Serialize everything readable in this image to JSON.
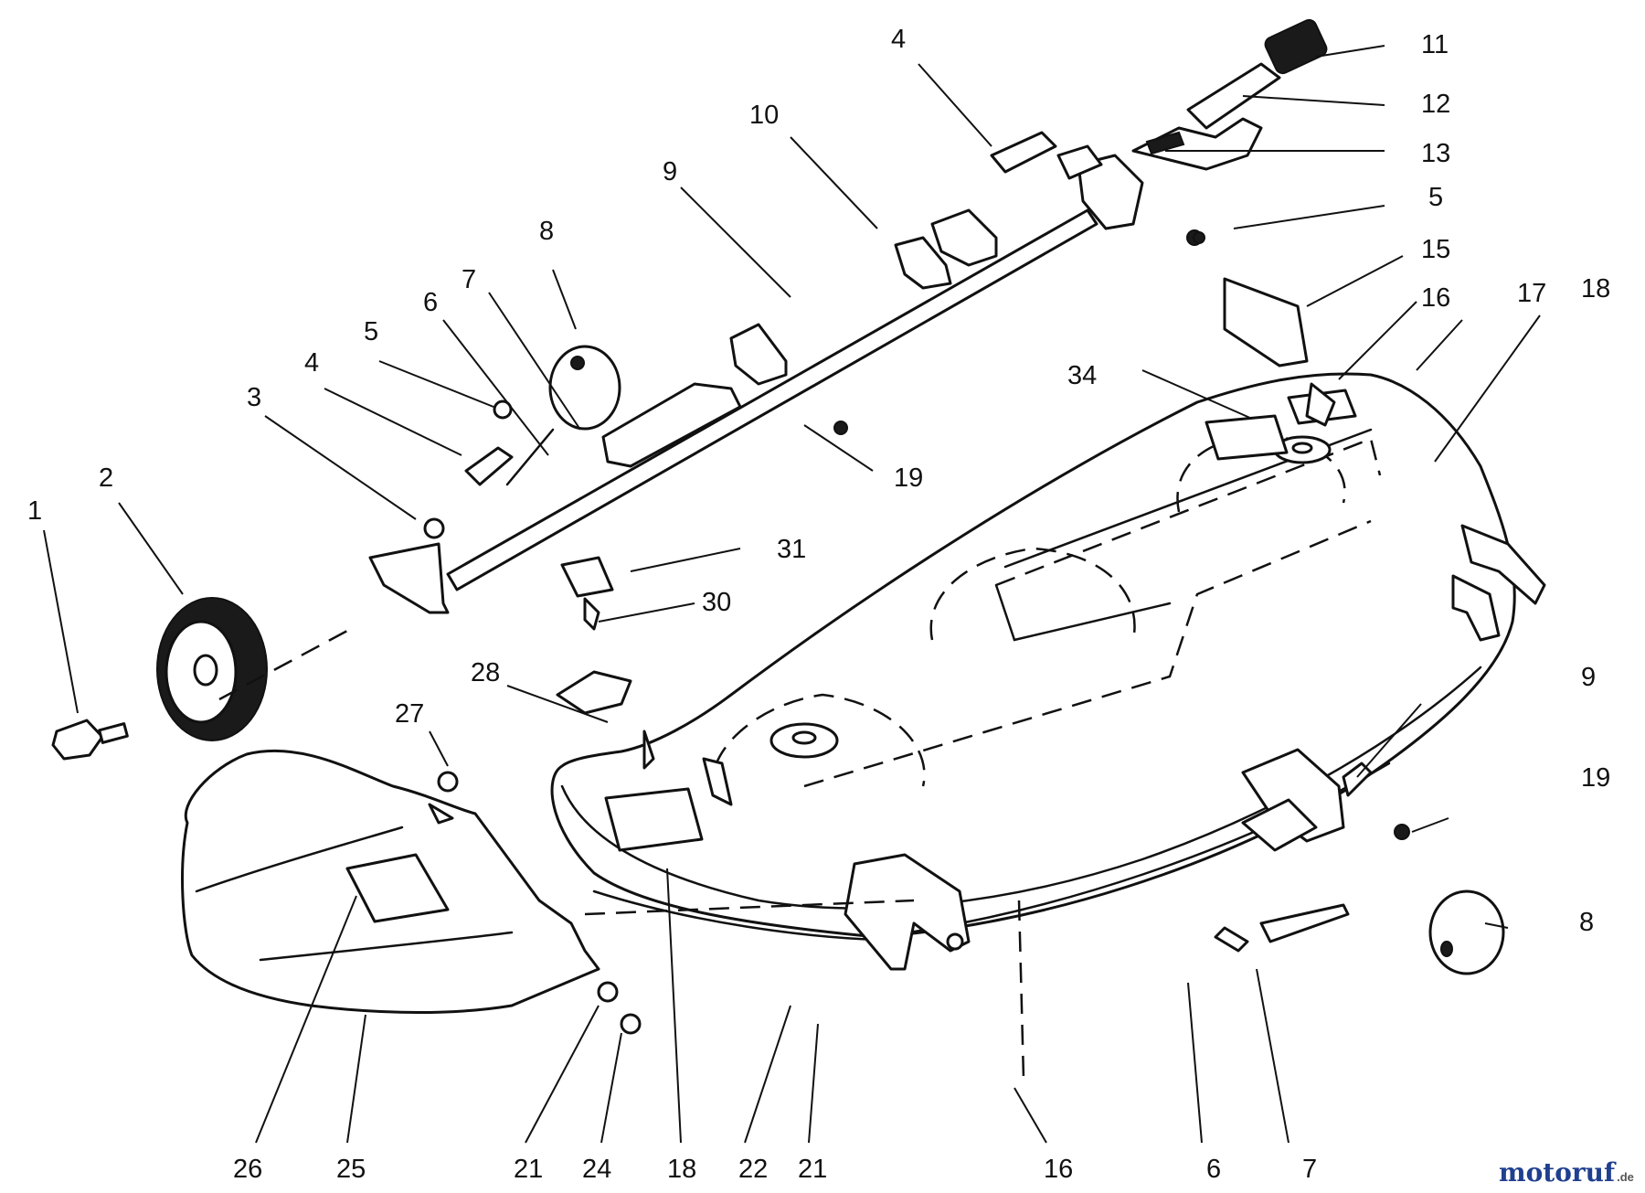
{
  "diagram": {
    "callouts": [
      "1",
      "2",
      "3",
      "4",
      "5",
      "6",
      "7",
      "8",
      "9",
      "10",
      "11",
      "12",
      "13",
      "5",
      "15",
      "16",
      "17",
      "18",
      "34",
      "19",
      "31",
      "30",
      "28",
      "27",
      "9",
      "19",
      "8",
      "26",
      "25",
      "21",
      "24",
      "18",
      "22",
      "21",
      "16",
      "6",
      "7",
      "4"
    ],
    "logo": {
      "text": "motoruf",
      "suffix": ".de",
      "color_m": "#1f3f8f",
      "color_rest": "#1f3f8f",
      "color_accent": "#d8261c"
    }
  },
  "colors": {
    "line": "#111111",
    "background": "#ffffff"
  }
}
